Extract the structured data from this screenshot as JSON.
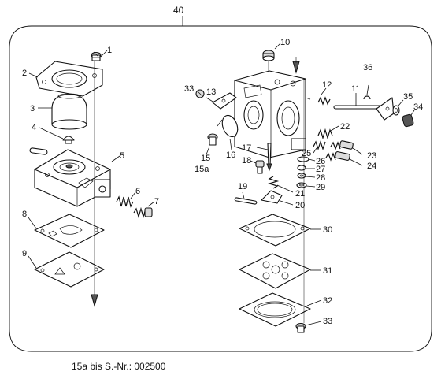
{
  "assembly_number": "40",
  "footnote": "15a bis S.-Nr.: 002500",
  "parts": {
    "p1": "1",
    "p2": "2",
    "p3": "3",
    "p4": "4",
    "p5": "5",
    "p6": "6",
    "p7": "7",
    "p8": "8",
    "p9": "9",
    "p10": "10",
    "p11": "11",
    "p12": "12",
    "p13": "13",
    "p15": "15",
    "p15a": "15a",
    "p16": "16",
    "p17": "17",
    "p18": "18",
    "p19": "19",
    "p20": "20",
    "p21": "21",
    "p22": "22",
    "p23": "23",
    "p24": "24",
    "p25": "25",
    "p26": "26",
    "p27": "27",
    "p28": "28",
    "p29": "29",
    "p30": "30",
    "p31": "31",
    "p32": "32",
    "p33a": "33",
    "p33b": "33",
    "p34": "34",
    "p35": "35",
    "p36": "36"
  }
}
